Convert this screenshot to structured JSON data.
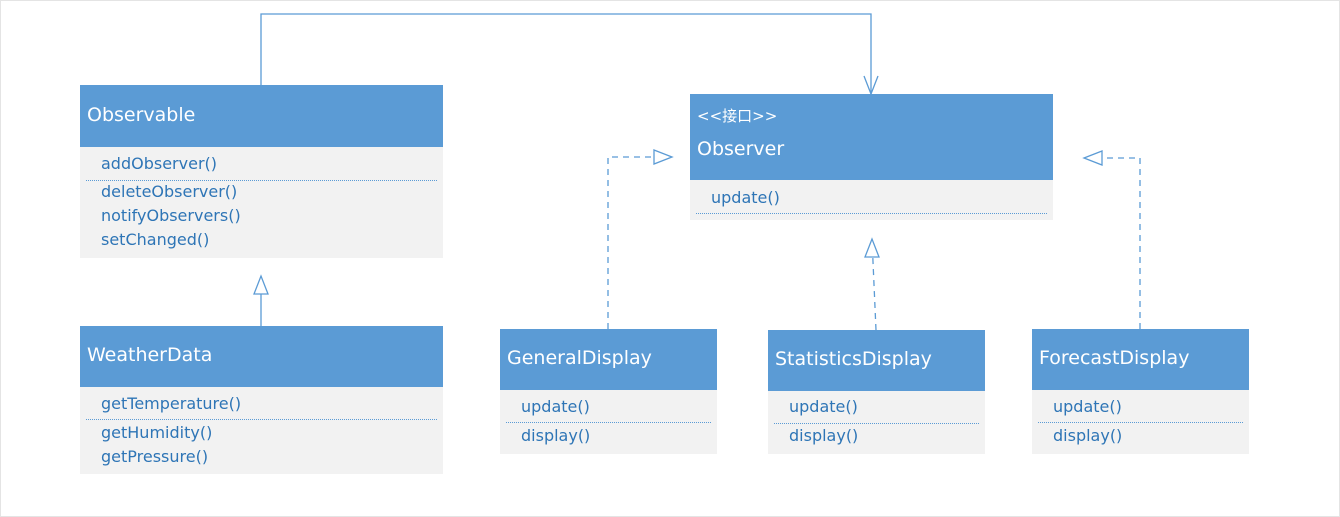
{
  "diagram": {
    "classes": [
      {
        "id": "observable",
        "name": "Observable",
        "stereotype": "",
        "methods": [
          "addObserver()",
          "deleteObserver()",
          "notifyObservers()",
          "setChanged()"
        ]
      },
      {
        "id": "weatherdata",
        "name": "WeatherData",
        "stereotype": "",
        "methods": [
          "getTemperature()",
          "getHumidity()",
          "getPressure()"
        ]
      },
      {
        "id": "observer",
        "name": "Observer",
        "stereotype": "<<接口>>",
        "methods": [
          "update()"
        ]
      },
      {
        "id": "generaldisplay",
        "name": "GeneralDisplay",
        "stereotype": "",
        "methods": [
          "update()",
          "display()"
        ]
      },
      {
        "id": "statisticsdisplay",
        "name": "StatisticsDisplay",
        "stereotype": "",
        "methods": [
          "update()",
          "display()"
        ]
      },
      {
        "id": "forecastdisplay",
        "name": "ForecastDisplay",
        "stereotype": "",
        "methods": [
          "update()",
          "display()"
        ]
      }
    ],
    "relations": [
      {
        "from": "observable",
        "to": "observer",
        "kind": "association",
        "arrow": "open"
      },
      {
        "from": "weatherdata",
        "to": "observable",
        "kind": "inheritance",
        "arrow": "hollow-triangle"
      },
      {
        "from": "generaldisplay",
        "to": "observer",
        "kind": "realization",
        "arrow": "hollow-triangle"
      },
      {
        "from": "statisticsdisplay",
        "to": "observer",
        "kind": "realization",
        "arrow": "hollow-triangle"
      },
      {
        "from": "forecastdisplay",
        "to": "observer",
        "kind": "realization",
        "arrow": "hollow-triangle"
      }
    ],
    "colors": {
      "header": "#5b9bd5",
      "body": "#f2f2f2",
      "method_text": "#2e75b6",
      "connector": "#5b9bd5"
    }
  }
}
